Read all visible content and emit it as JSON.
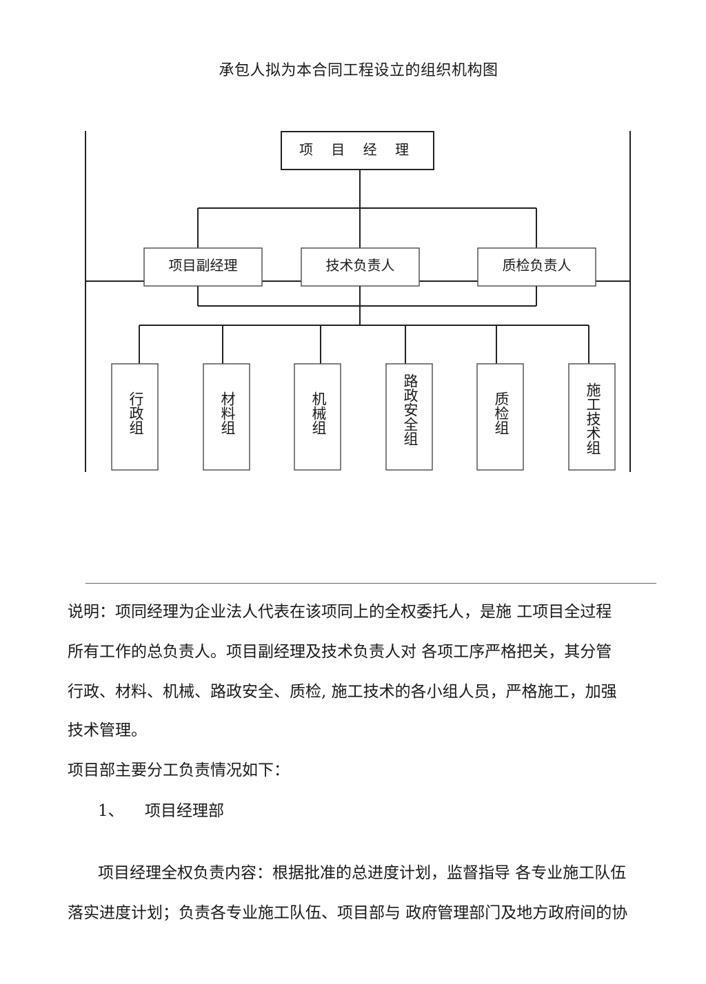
{
  "title": "承包人拟为本合同工程设立的组织机构图",
  "org_chart": {
    "top": "项 目 经 理",
    "middle": [
      "项目副经理",
      "技术负责人",
      "质检负责人"
    ],
    "groups": [
      "行政组",
      "材料组",
      "机械组",
      "路政安全组",
      "质检组",
      "施工技术组"
    ]
  },
  "text": {
    "explain_line1": "说明：项同经理为企业法人代表在该项同上的全权委托人，是施 工项目全过程",
    "explain_line2": "所有工作的总负责人。项目副经理及技术负责人对 各项工序严格把关，其分管",
    "explain_line3": "行政、材料、机械、路政安全、质检, 施工技术的各小组人员，严格施工，加强",
    "explain_line4": "技术管理。",
    "division_intro": "项目部主要分工负责情况如下：",
    "section_number": "1、",
    "section_title": "项目经理部",
    "body_line1": "项目经理全权负责内容：根据批准的总进度计划，监督指导 各专业施工队伍",
    "body_line2": "落实进度计划；负责各专业施工队伍、项目部与 政府管理部门及地方政府间的协"
  }
}
